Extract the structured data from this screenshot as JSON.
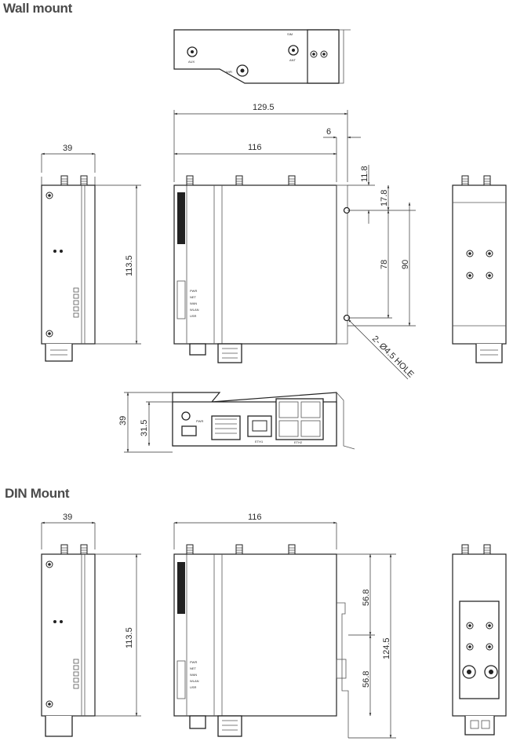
{
  "sections": {
    "wall_mount": "Wall mount",
    "din_mount": "DIN Mount"
  },
  "wall": {
    "dims": {
      "top_width": "129.5",
      "width": "116",
      "bracket": "6",
      "side_depth": "39",
      "height": "113.5",
      "hole_top": "11.8",
      "hole_offset": "17.8",
      "hole_pitch_a": "78",
      "hole_pitch_b": "90",
      "hole_note": "2- Ø4.5 HOLE",
      "bottom_depth": "39",
      "bottom_inner": "31.5"
    },
    "top_labels": {
      "ant_left": "AUX",
      "wifi": "WiFi",
      "ant_right": "ANT",
      "sim": "SIM"
    },
    "led_labels": [
      "PWR",
      "NET",
      "WAN",
      "WLAN",
      "USR"
    ],
    "bottom_labels": {
      "pwr": "PWR",
      "eth1": "ETH1",
      "eth2": "ETH2"
    }
  },
  "din": {
    "dims": {
      "side_depth": "39",
      "height": "113.5",
      "width": "116",
      "rail_upper": "56.8",
      "rail_lower": "56.8",
      "total_height": "124.5"
    },
    "led_labels": [
      "PWR",
      "NET",
      "WAN",
      "WLAN",
      "USR"
    ]
  },
  "colors": {
    "line": "#222222",
    "title": "#4a4a4a"
  }
}
